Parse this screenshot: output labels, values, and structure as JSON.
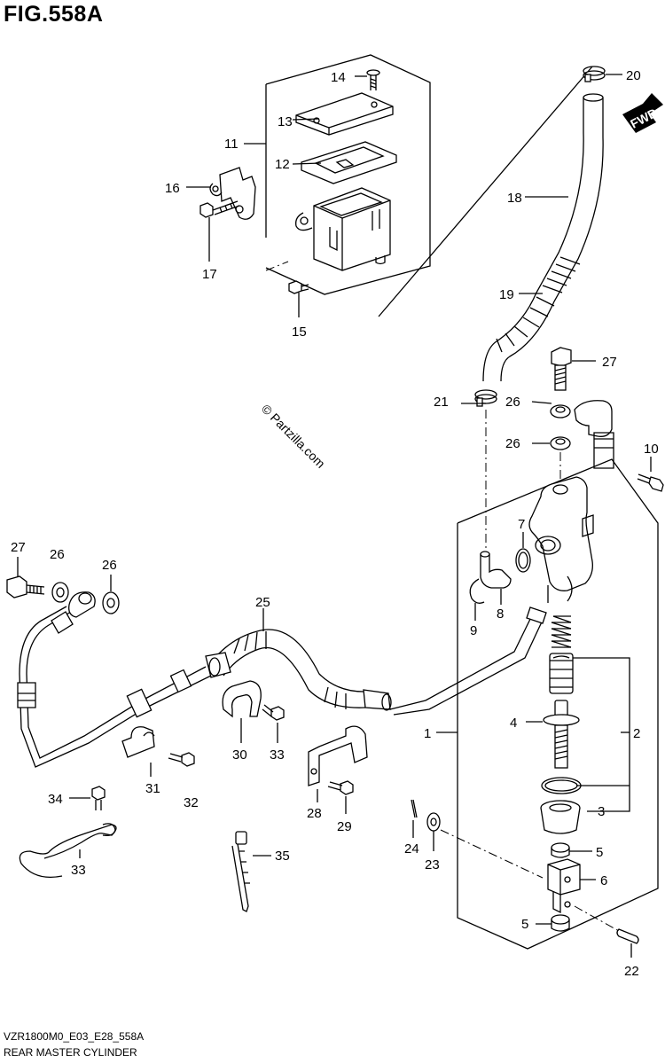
{
  "figure": {
    "title": "FIG.558A",
    "code": "VZR1800M0_E03_E28_558A",
    "caption": "REAR MASTER CYLINDER",
    "watermark": "© Partzilla.com",
    "fwd_label": "FWD"
  },
  "labels": {
    "n1": "1",
    "n2": "2",
    "n3": "3",
    "n4": "4",
    "n5a": "5",
    "n5b": "5",
    "n6": "6",
    "n7": "7",
    "n8": "8",
    "n9": "9",
    "n10": "10",
    "n11": "11",
    "n12": "12",
    "n13": "13",
    "n14": "14",
    "n15": "15",
    "n16": "16",
    "n17": "17",
    "n18": "18",
    "n19": "19",
    "n20": "20",
    "n21": "21",
    "n22": "22",
    "n23": "23",
    "n24": "24",
    "n25": "25",
    "n26a": "26",
    "n26b": "26",
    "n26c": "26",
    "n26d": "26",
    "n27a": "27",
    "n27b": "27",
    "n28": "28",
    "n29": "29",
    "n30": "30",
    "n31": "31",
    "n32": "32",
    "n33a": "33",
    "n33b": "33",
    "n34": "34",
    "n35": "35"
  }
}
